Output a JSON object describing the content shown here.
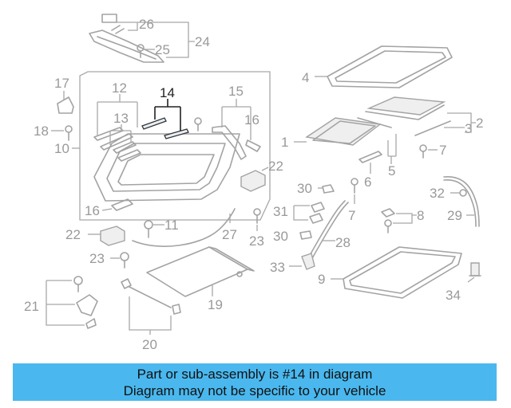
{
  "callouts": {
    "c26": "26",
    "c25": "25",
    "c24": "24",
    "c17": "17",
    "c12": "12",
    "c14": "14",
    "c15": "15",
    "c13": "13",
    "c16a": "16",
    "c18": "18",
    "c10": "10",
    "c16b": "16",
    "c22a": "22",
    "c11": "11",
    "c22b": "22",
    "c27": "27",
    "c23a": "23",
    "c23b": "23",
    "c21": "21",
    "c19": "19",
    "c20": "20",
    "c4": "4",
    "c3": "3",
    "c2": "2",
    "c1": "1",
    "c7a": "7",
    "c5": "5",
    "c6": "6",
    "c30a": "30",
    "c7b": "7",
    "c8": "8",
    "c31": "31",
    "c30b": "30",
    "c28": "28",
    "c33": "33",
    "c9": "9",
    "c32": "32",
    "c29": "29",
    "c34": "34"
  },
  "highlight_color": "#222222",
  "banner": {
    "line1": "Part or sub-assembly is #14 in diagram",
    "line2": "Diagram may not be specific to your vehicle",
    "color": "#4ab8ee"
  }
}
